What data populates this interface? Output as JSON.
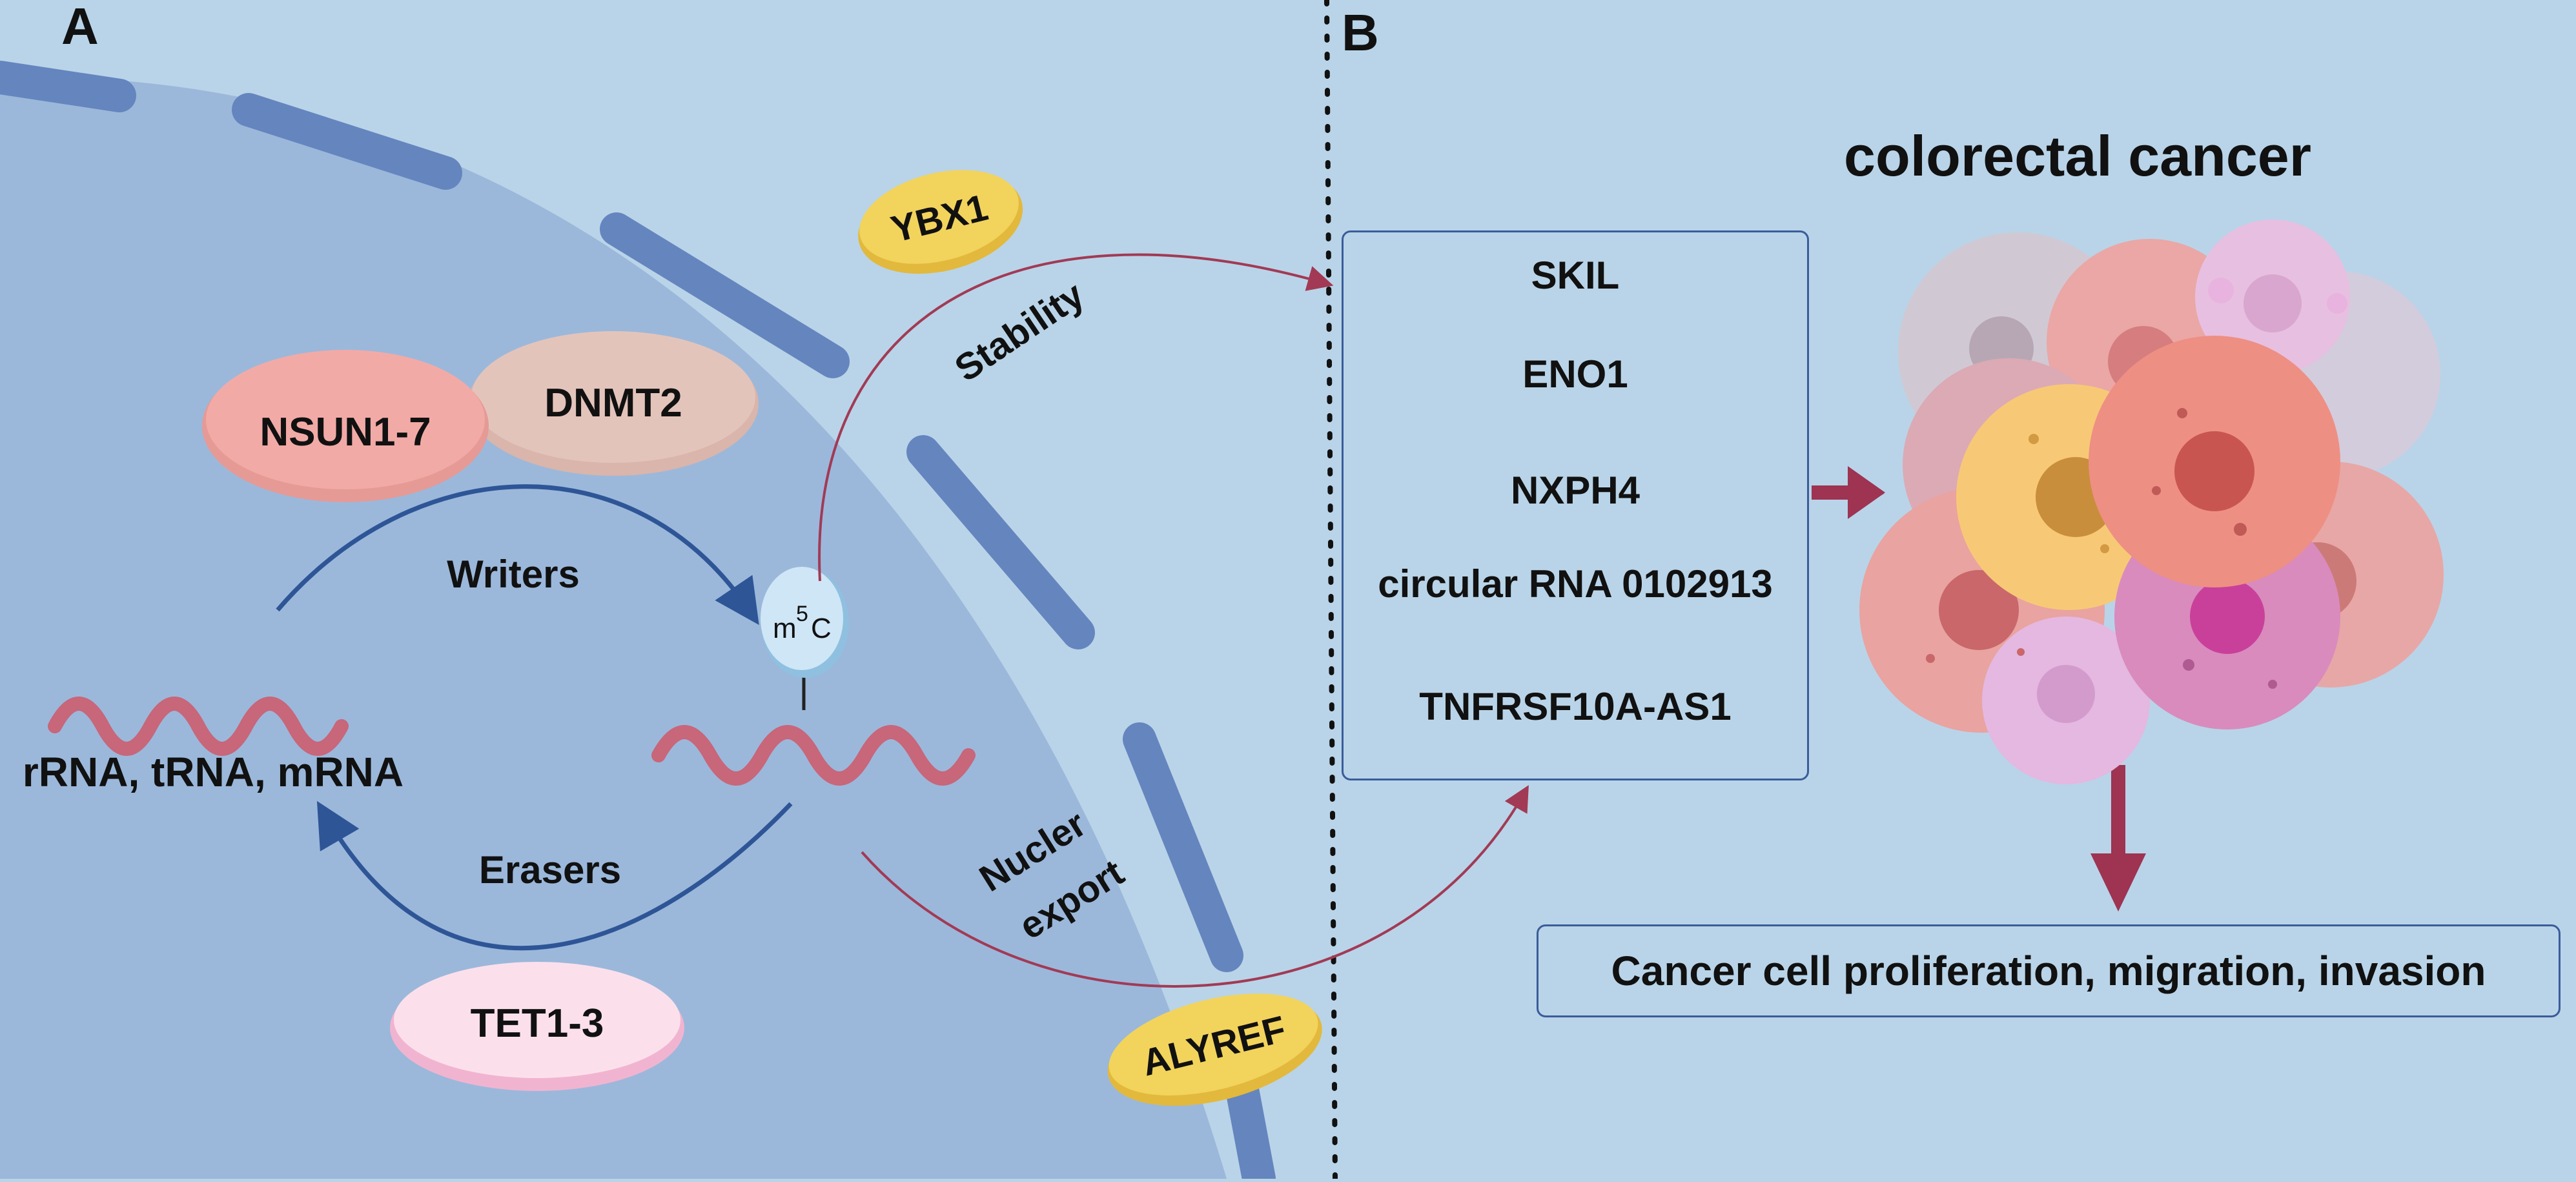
{
  "panels": {
    "a_label": "A",
    "b_label": "B"
  },
  "enzymes": {
    "nsun": "NSUN1-7",
    "dnmt": "DNMT2",
    "tet": "TET1-3",
    "ybx1": "YBX1",
    "alyref": "ALYREF"
  },
  "process": {
    "writers": "Writers",
    "erasers": "Erasers",
    "rna_types": "rRNA, tRNA, mRNA",
    "m5c_base": "m",
    "m5c_sup": "5",
    "m5c_tail": "C",
    "stability": "Stability",
    "export_line1": "Nucler",
    "export_line2": "export"
  },
  "panel_b": {
    "title": "colorectal cancer",
    "targets": [
      "SKIL",
      "ENO1",
      "NXPH4",
      "circular RNA 0102913",
      "TNFRSF10A-AS1"
    ],
    "outcome": "Cancer cell proliferation, migration, invasion"
  },
  "colors": {
    "background": "#b9d4e8",
    "nucleus": "#9bb8db",
    "envelope": "#6585bf",
    "rna": "#c8667a",
    "arrow_blue": "#2e5596",
    "arrow_red": "#a23a55",
    "badge_yellow": "#f2d35c"
  }
}
